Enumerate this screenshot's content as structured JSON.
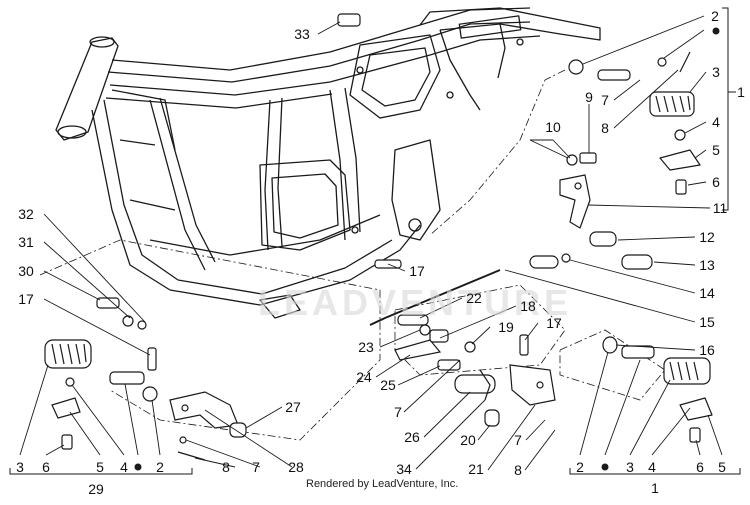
{
  "diagram": {
    "watermark": "LEADVENTURE",
    "credit": "Rendered by LeadVenture, Inc.",
    "line_color": "#1a1a1a",
    "fill_color": "#ffffff",
    "labels": {
      "l1": "1",
      "l2": "2",
      "l3": "3",
      "l4": "4",
      "l5": "5",
      "l6": "6",
      "l7": "7",
      "l8": "8",
      "l9": "9",
      "l10": "10",
      "l11": "11",
      "l12": "12",
      "l13": "13",
      "l14": "14",
      "l15": "15",
      "l16": "16",
      "l17": "17",
      "l18": "18",
      "l19": "19",
      "l20": "20",
      "l21": "21",
      "l22": "22",
      "l23": "23",
      "l24": "24",
      "l25": "25",
      "l26": "26",
      "l27": "27",
      "l28": "28",
      "l29": "29",
      "l30": "30",
      "l31": "31",
      "l32": "32",
      "l33": "33",
      "l34": "34"
    },
    "kit_markers": {
      "dot_symbol": "●"
    }
  }
}
